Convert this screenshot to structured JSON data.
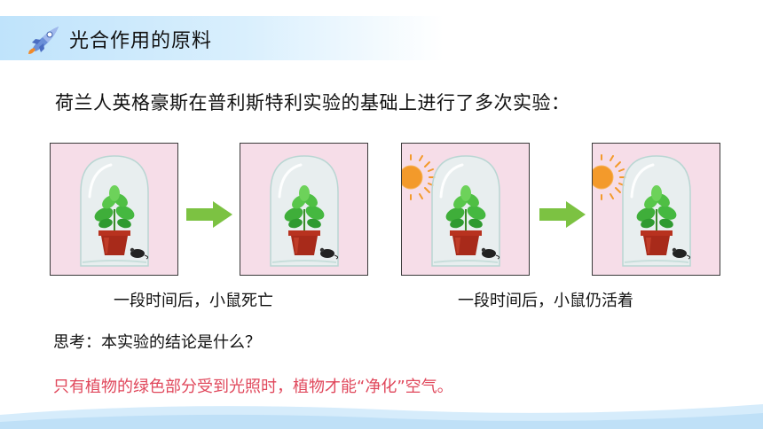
{
  "header": {
    "title": "光合作用的原料",
    "icon": "rocket-icon"
  },
  "intro": "荷兰人英格豪斯在普利斯特利实验的基础上进行了多次实验：",
  "experiments": [
    {
      "panels": [
        "dark-bell-jar-with-plant-and-mouse",
        "dark-bell-jar-with-plant-and-mouse"
      ],
      "caption": "一段时间后，小鼠死亡"
    },
    {
      "panels": [
        "sunlit-bell-jar-with-plant-and-mouse",
        "sunlit-bell-jar-with-plant-and-mouse"
      ],
      "caption": "一段时间后，小鼠仍活着"
    }
  ],
  "question": "思考：本实验的结论是什么？",
  "answer": "只有植物的绿色部分受到光照时，植物才能“净化”空气。",
  "colors": {
    "answer_text": "#e0475b",
    "arrow": "#7cc242",
    "panel_bg": "#f6dde8",
    "header_band": "#bfe3fb",
    "sun": "#f39a2b"
  }
}
